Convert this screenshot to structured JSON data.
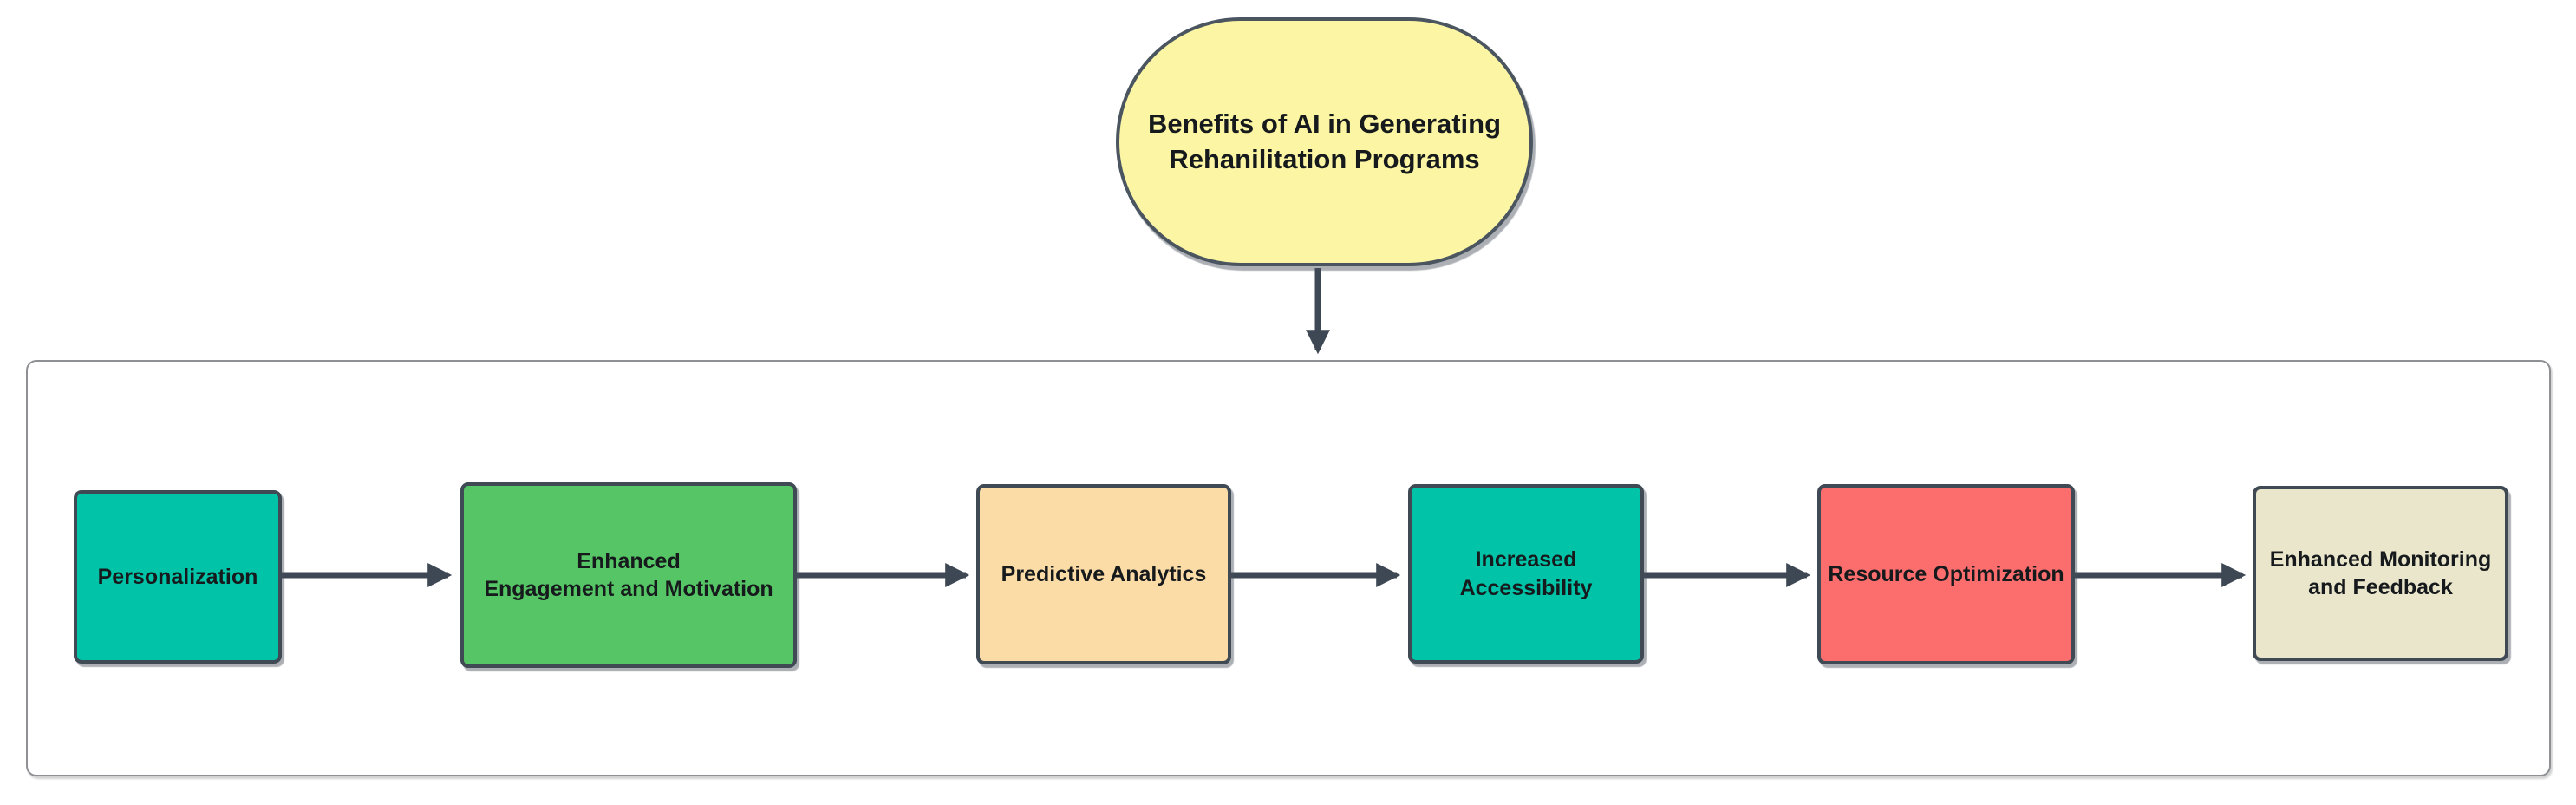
{
  "diagram": {
    "title_node": {
      "label": "Benefits of AI in Generating\nRehanilitation Programs",
      "fill": "#FCF6A4"
    },
    "flow_nodes": [
      {
        "label": "Personalization",
        "fill": "#00C3A7"
      },
      {
        "label": "Enhanced\nEngagement and Motivation",
        "fill": "#55C565"
      },
      {
        "label": "Predictive Analytics",
        "fill": "#FBDCA7"
      },
      {
        "label": "Increased\nAccessibility",
        "fill": "#00C3A7"
      },
      {
        "label": "Resource Optimization",
        "fill": "#FC6E6E"
      },
      {
        "label": "Enhanced Monitoring\nand Feedback",
        "fill": "#EAE6CC"
      }
    ],
    "connector_color": "#3E4854"
  }
}
